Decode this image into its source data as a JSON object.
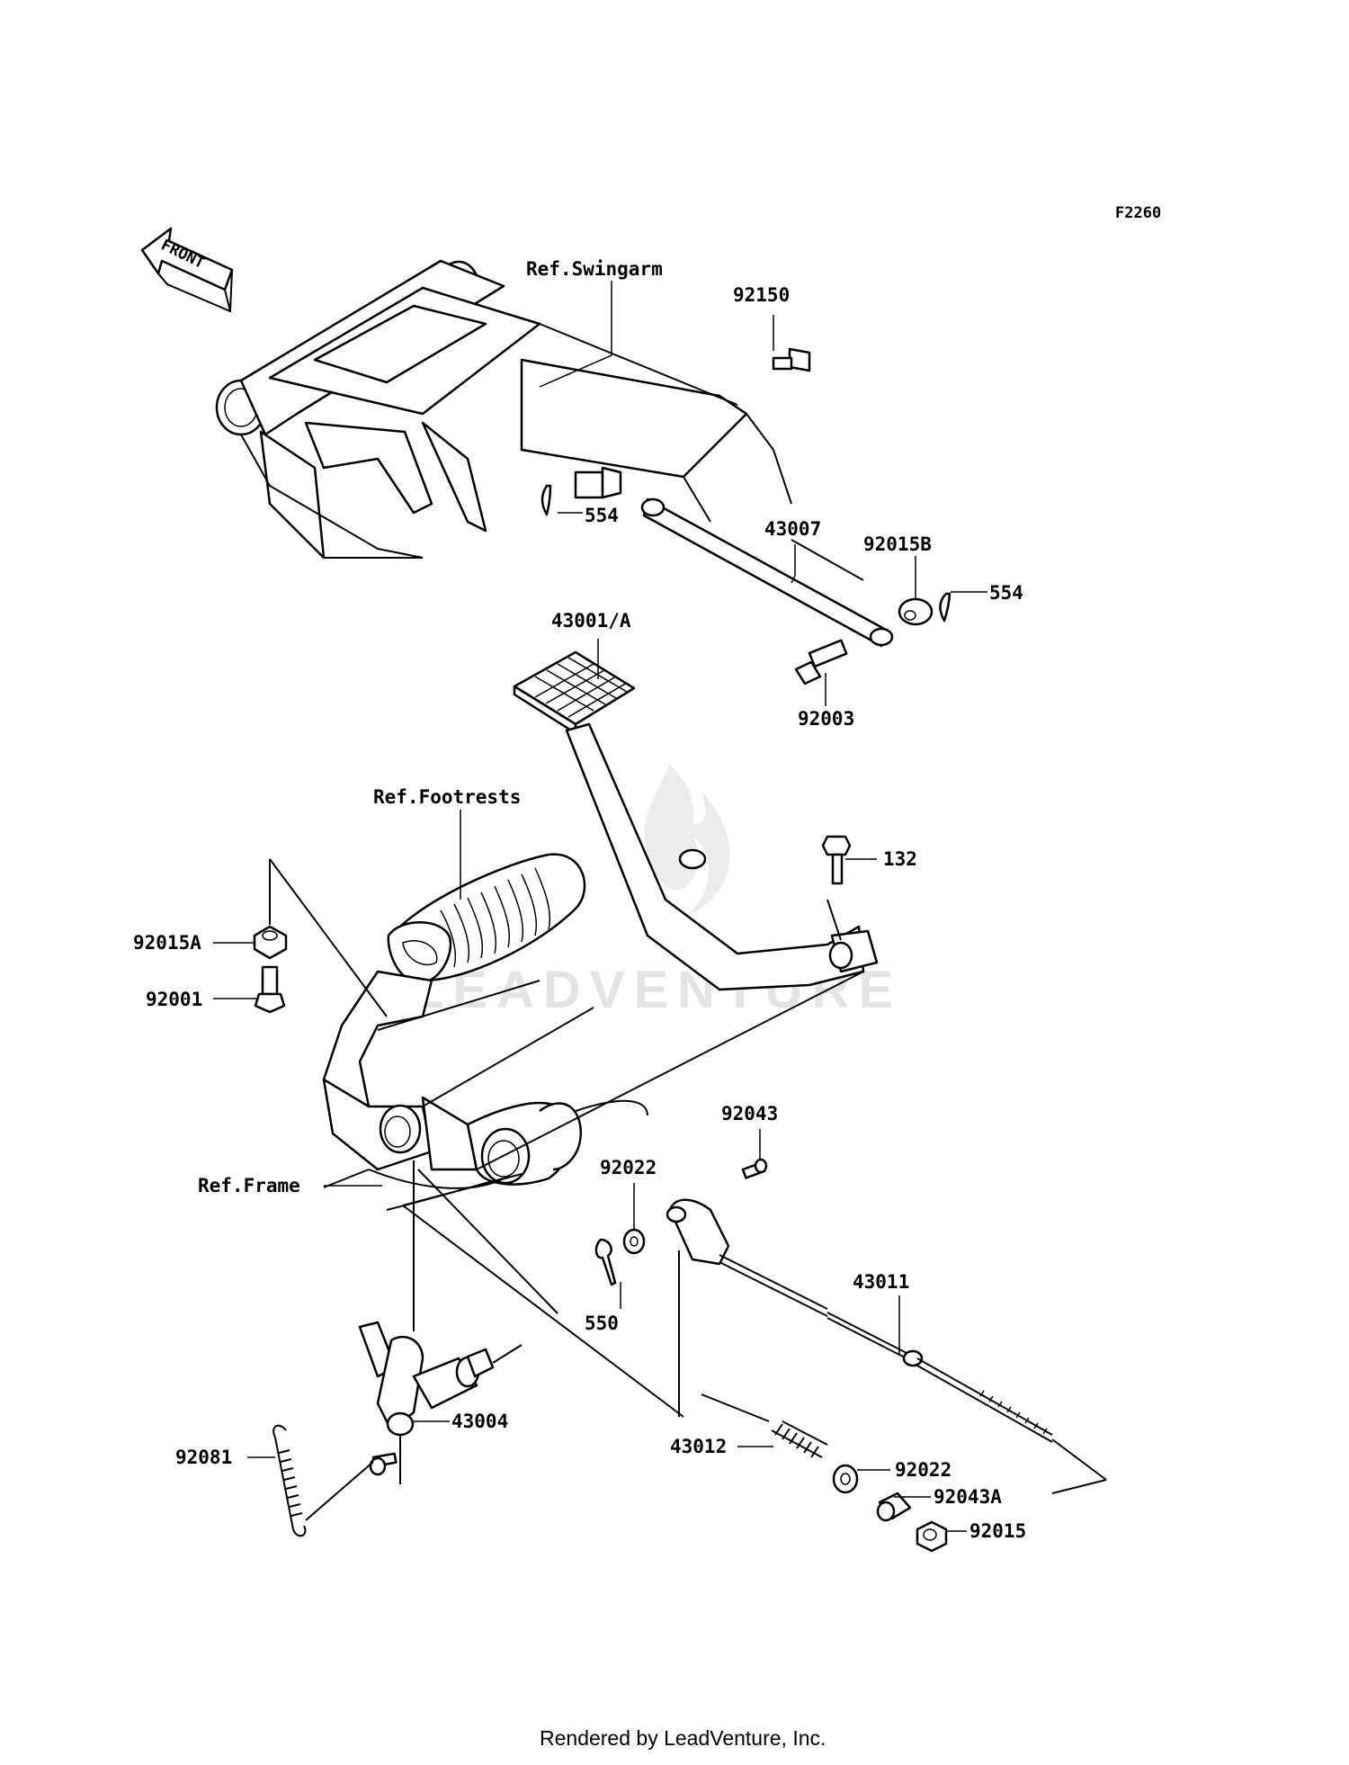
{
  "diagram_code": "F2260",
  "front_marker": "FRONT",
  "watermark": "LEADVENTURE",
  "footer": "Rendered by LeadVenture, Inc.",
  "references": {
    "swingarm": "Ref.Swingarm",
    "footrests": "Ref.Footrests",
    "frame": "Ref.Frame"
  },
  "parts": {
    "p92150": "92150",
    "p554_a": "554",
    "p43007": "43007",
    "p92015B": "92015B",
    "p554_b": "554",
    "p43001A": "43001/A",
    "p92003": "92003",
    "p132": "132",
    "p92015A": "92015A",
    "p92001": "92001",
    "p92043_a": "92043",
    "p92022_a": "92022",
    "p550": "550",
    "p43011": "43011",
    "p43004": "43004",
    "p92081": "92081",
    "p43012": "43012",
    "p92022_b": "92022",
    "p92043A": "92043A",
    "p92015": "92015"
  }
}
